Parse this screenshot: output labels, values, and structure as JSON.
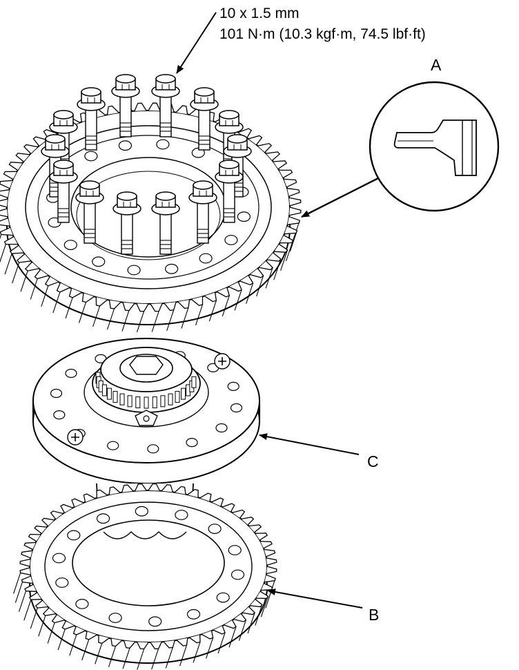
{
  "specification": {
    "bolt_size": "10 x 1.5 mm",
    "torque": "101 N·m (10.3 kgf·m, 74.5 lbf·ft)"
  },
  "callouts": {
    "a": "A",
    "b": "B",
    "c": "C"
  }
}
